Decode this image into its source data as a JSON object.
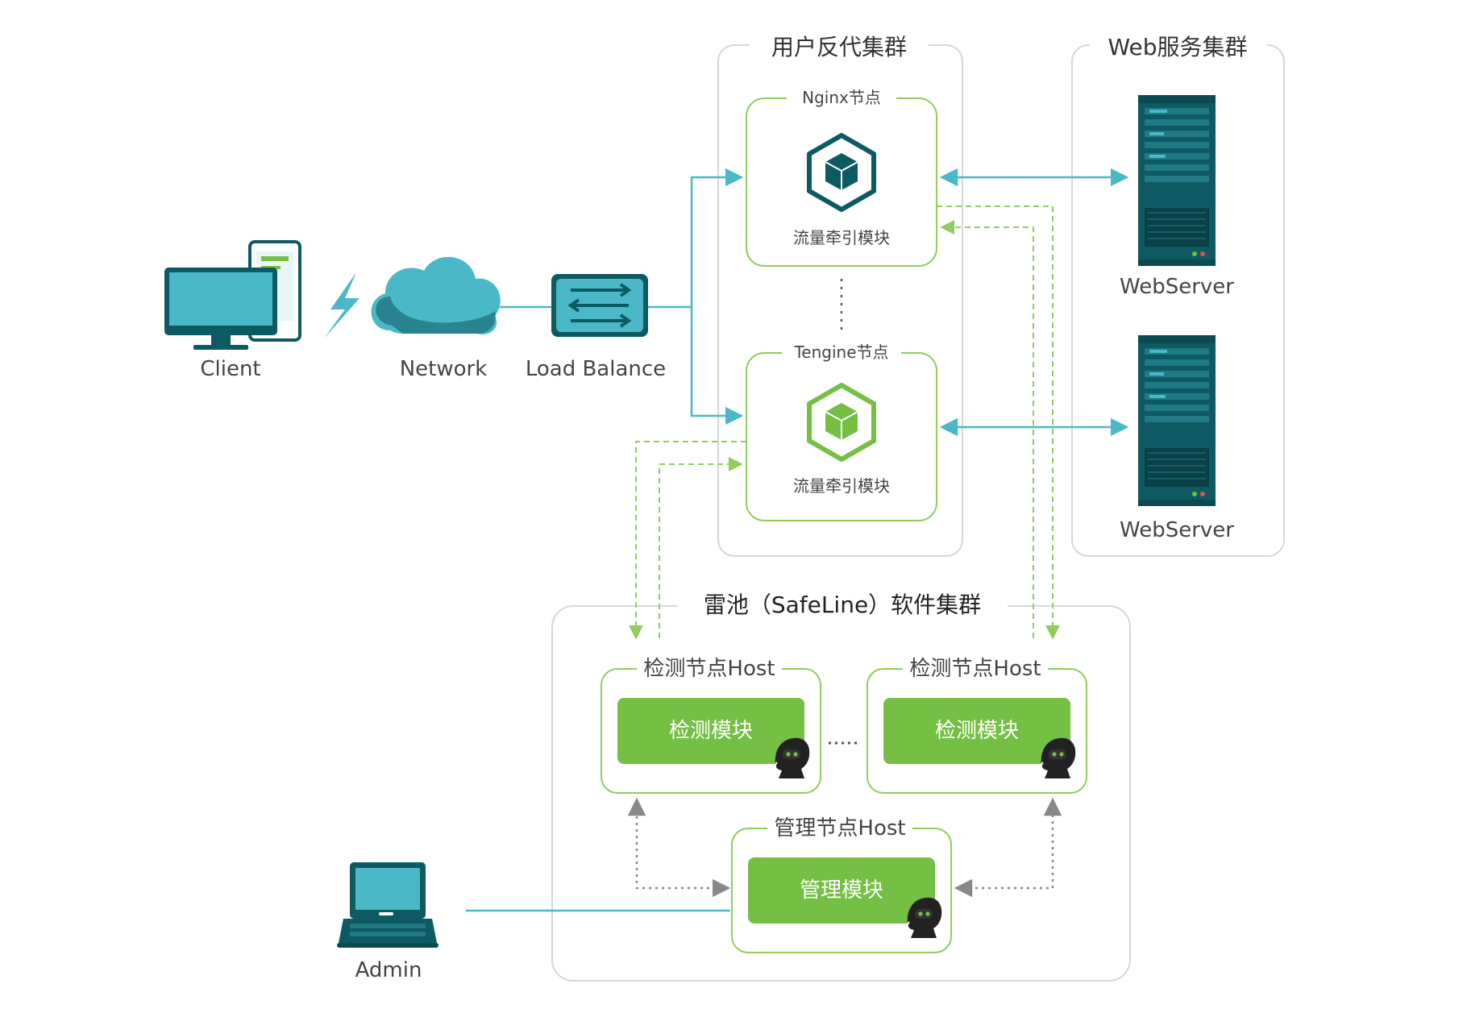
{
  "clusters": {
    "proxy": "用户反代集群",
    "web": "Web服务集群",
    "safeline": "雷池（SafeLine）软件集群"
  },
  "proxy_nodes": [
    {
      "title": "Nginx节点",
      "module": "流量牵引模块"
    },
    {
      "title": "Tengine节点",
      "module": "流量牵引模块"
    }
  ],
  "web_servers": [
    "WebServer",
    "WebServer"
  ],
  "entry": {
    "client": "Client",
    "network": "Network",
    "load_balance": "Load Balance",
    "admin": "Admin"
  },
  "safeline_nodes": {
    "detect_hosts": [
      {
        "title": "检测节点Host",
        "module": "检测模块"
      },
      {
        "title": "检测节点Host",
        "module": "检测模块"
      }
    ],
    "manage_host": {
      "title": "管理节点Host",
      "module": "管理模块"
    }
  },
  "colors": {
    "teal": "#4ab8c6",
    "dark_teal": "#0e5a62",
    "green": "#74bf44",
    "light_green": "#8fce5c",
    "gray_border": "#d7d7d7",
    "text": "#333333"
  }
}
